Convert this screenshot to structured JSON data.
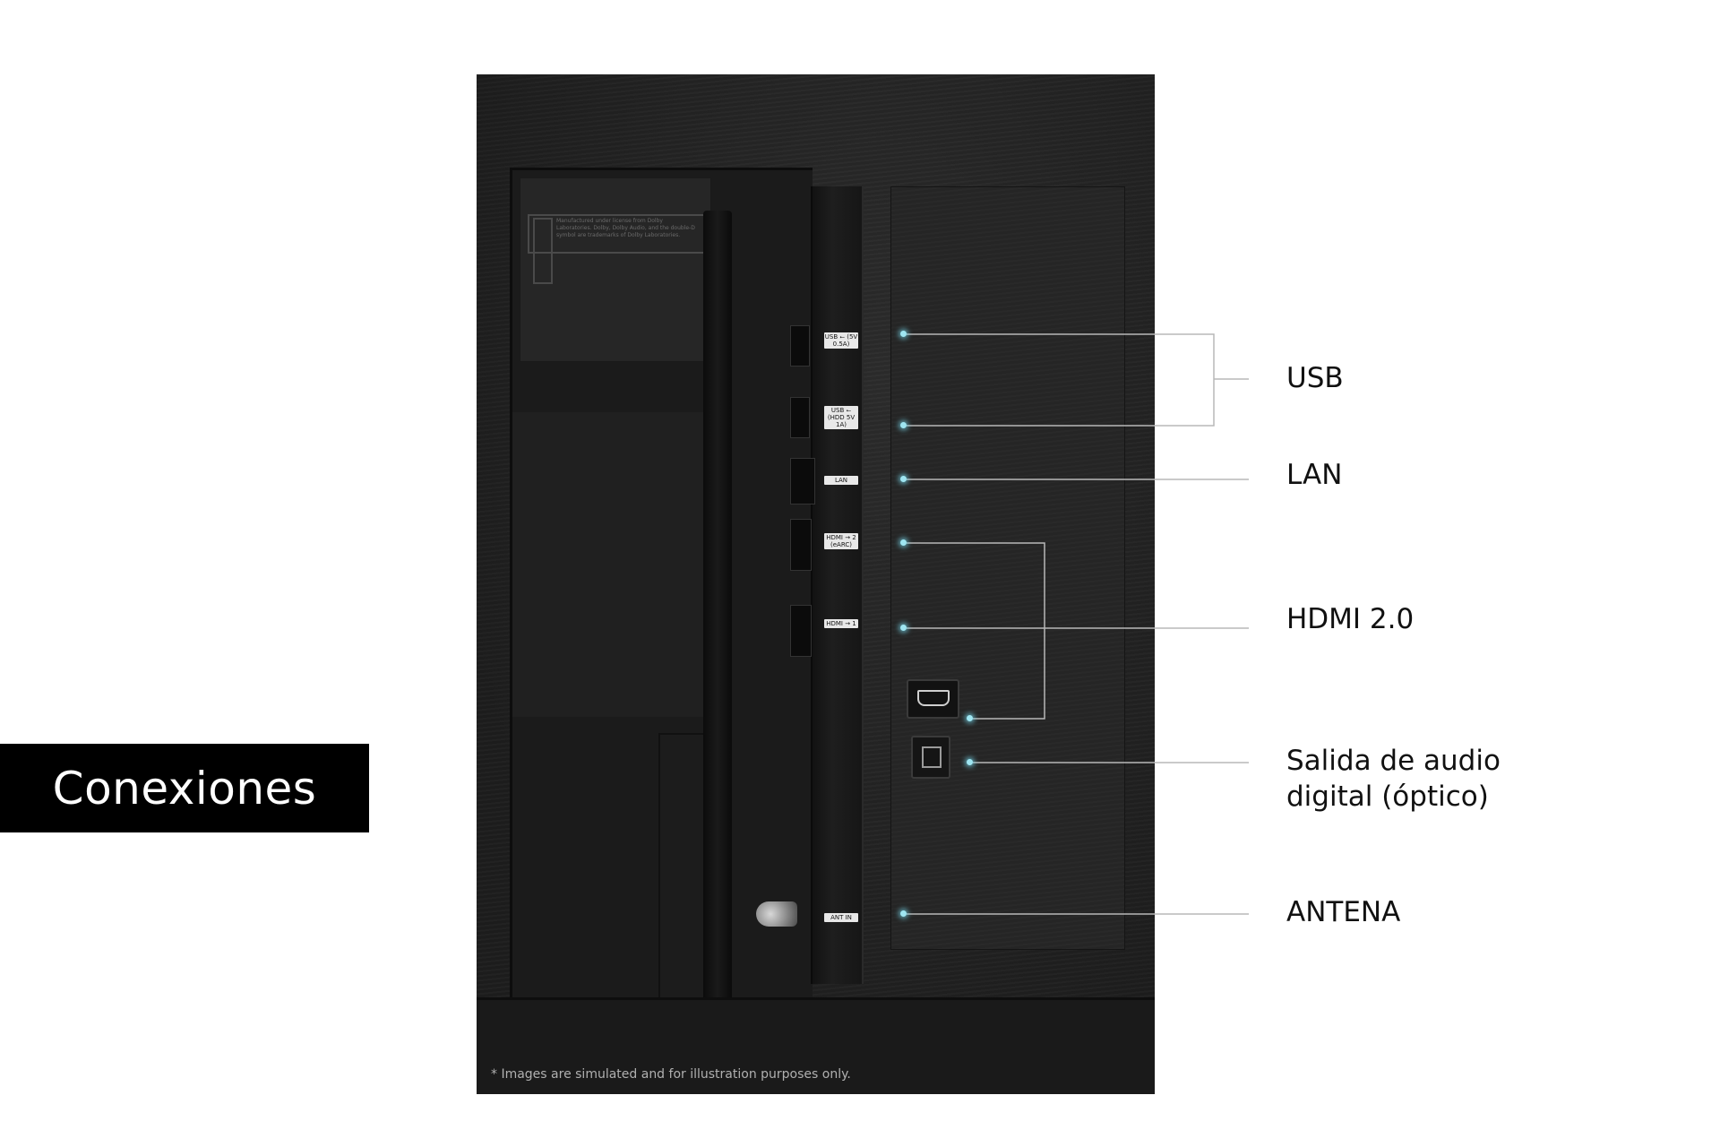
{
  "title": "Conexiones",
  "disclaimer": "* Images are simulated and for illustration purposes only.",
  "sticker_text": "Manufactured under license from Dolby Laboratories. Dolby, Dolby Audio, and the double-D symbol are trademarks of Dolby Laboratories.",
  "port_labels": {
    "usb1": "USB ⭠ (5V 0.5A)",
    "usb2": "USB ⭠ (HDD 5V 1A)",
    "lan": "LAN",
    "hdmi1": "HDMI → 2 (eARC)",
    "hdmi2": "HDMI → 1",
    "ant": "ANT IN"
  },
  "callouts": {
    "usb": "USB",
    "lan": "LAN",
    "hdmi": "HDMI 2.0",
    "optical_line1": "Salida de audio",
    "optical_line2": "digital (óptico)",
    "antenna": "ANTENA"
  },
  "colors": {
    "panel": "#232323",
    "highlight_dot": "#9fe6f2",
    "leader_line": "#b8b8b8",
    "title_bg": "#000000"
  }
}
